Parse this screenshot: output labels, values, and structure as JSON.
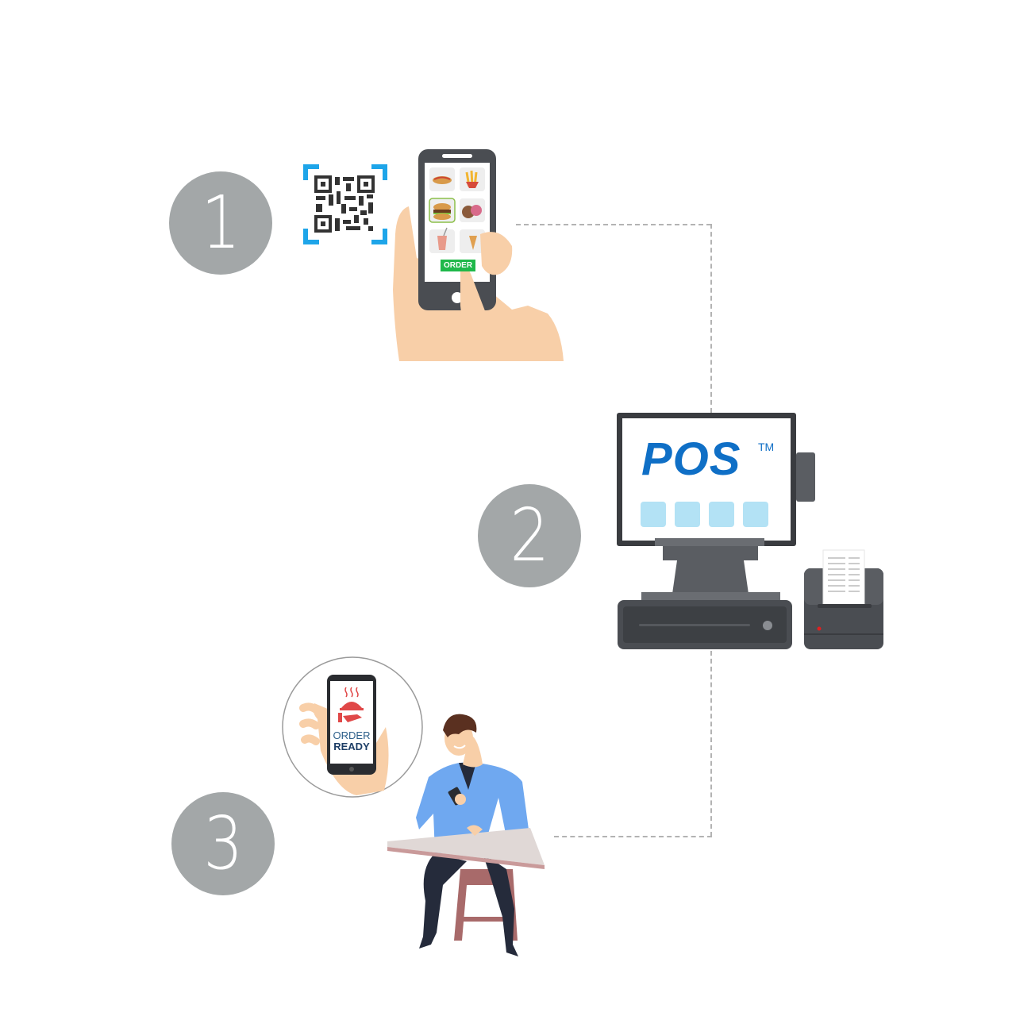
{
  "diagram": {
    "type": "process-flow",
    "steps": [
      {
        "number": "1",
        "description": "Scan QR code and place order on phone",
        "button_label": "ORDER"
      },
      {
        "number": "2",
        "description": "Order received on POS terminal",
        "screen_title": "POS",
        "trademark": "TM"
      },
      {
        "number": "3",
        "description": "Customer notified order is ready",
        "notification_line1": "ORDER",
        "notification_line2": "READY"
      }
    ],
    "connectors": [
      {
        "from": "step-1-phone",
        "to": "pos-terminal",
        "style": "dashed"
      },
      {
        "from": "pos-terminal",
        "to": "step-3-customer",
        "style": "dashed"
      }
    ],
    "colors": {
      "step_circle": "#a3a7a8",
      "connector": "#b3b3b3",
      "qr_corner": "#1ea5e9",
      "order_button": "#1fb84a",
      "pos_brand": "#0f6fc6",
      "pos_body": "#4a4d52",
      "skin": "#f8cfa8",
      "shirt": "#6fa8f0",
      "pants": "#252b3b",
      "ready_icon": "#e04848"
    }
  }
}
